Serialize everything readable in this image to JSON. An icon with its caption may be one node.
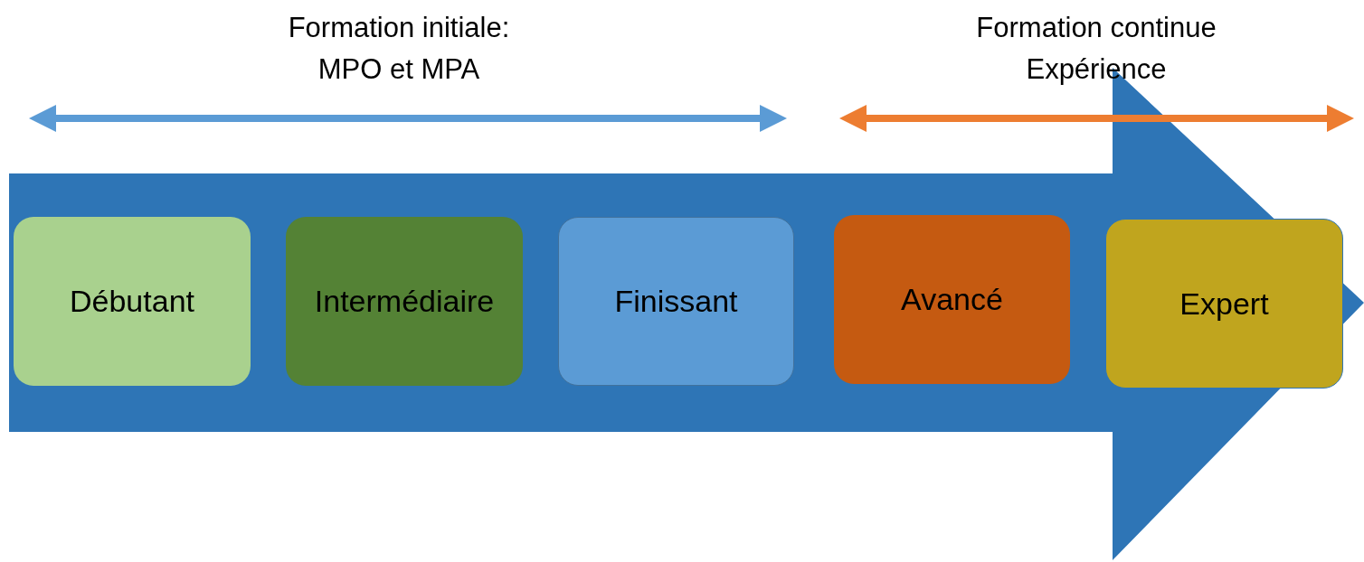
{
  "diagram": {
    "nodes": [
      {
        "text": [],
        "shape": "arrow"
      },
      {
        "text": [
          "Débutant"
        ],
        "in": 0
      },
      {
        "text": [
          "Intermédiaire"
        ],
        "in": 0
      },
      {
        "text": [
          "Finissant"
        ],
        "in": 0
      },
      {
        "text": [
          "Avancé"
        ],
        "in": 0
      },
      {
        "text": [
          "Expert"
        ],
        "in": 0
      }
    ],
    "labels": [
      "Formation initiale: MPO et MPA",
      "Formation continue Expérience"
    ]
  }
}
